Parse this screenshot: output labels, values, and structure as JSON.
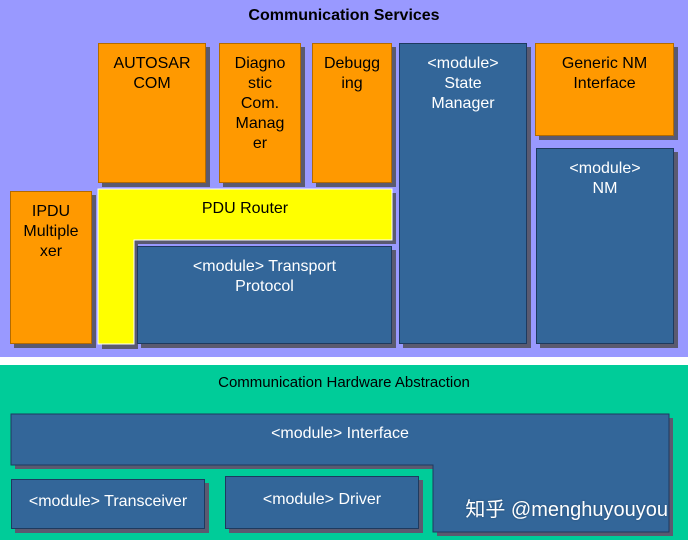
{
  "colors": {
    "services_bg": "#9999ff",
    "hw_bg": "#00cc99",
    "orange": "#ff9900",
    "blue": "#336699",
    "yellow": "#ffff00"
  },
  "services": {
    "title": "Communication Services",
    "autosar_com": "AUTOSAR\nCOM",
    "diagnostic_com_manager": "Diagno\nstic\nCom.\nManag\ner",
    "debugging": "Debugg\ning",
    "state_manager": "<module>\nState\nManager",
    "generic_nm_interface": "Generic NM\nInterface",
    "nm": "<module>\nNM",
    "ipdu_multiplexer": "IPDU\nMultiple\nxer",
    "pdu_router": "PDU Router",
    "transport_protocol": "<module> Transport\nProtocol"
  },
  "hardware_abstraction": {
    "title": "Communication Hardware Abstraction",
    "interface": "<module> Interface",
    "transceiver": "<module> Transceiver",
    "driver": "<module> Driver"
  },
  "watermark": "知乎 @menghuyouyou"
}
